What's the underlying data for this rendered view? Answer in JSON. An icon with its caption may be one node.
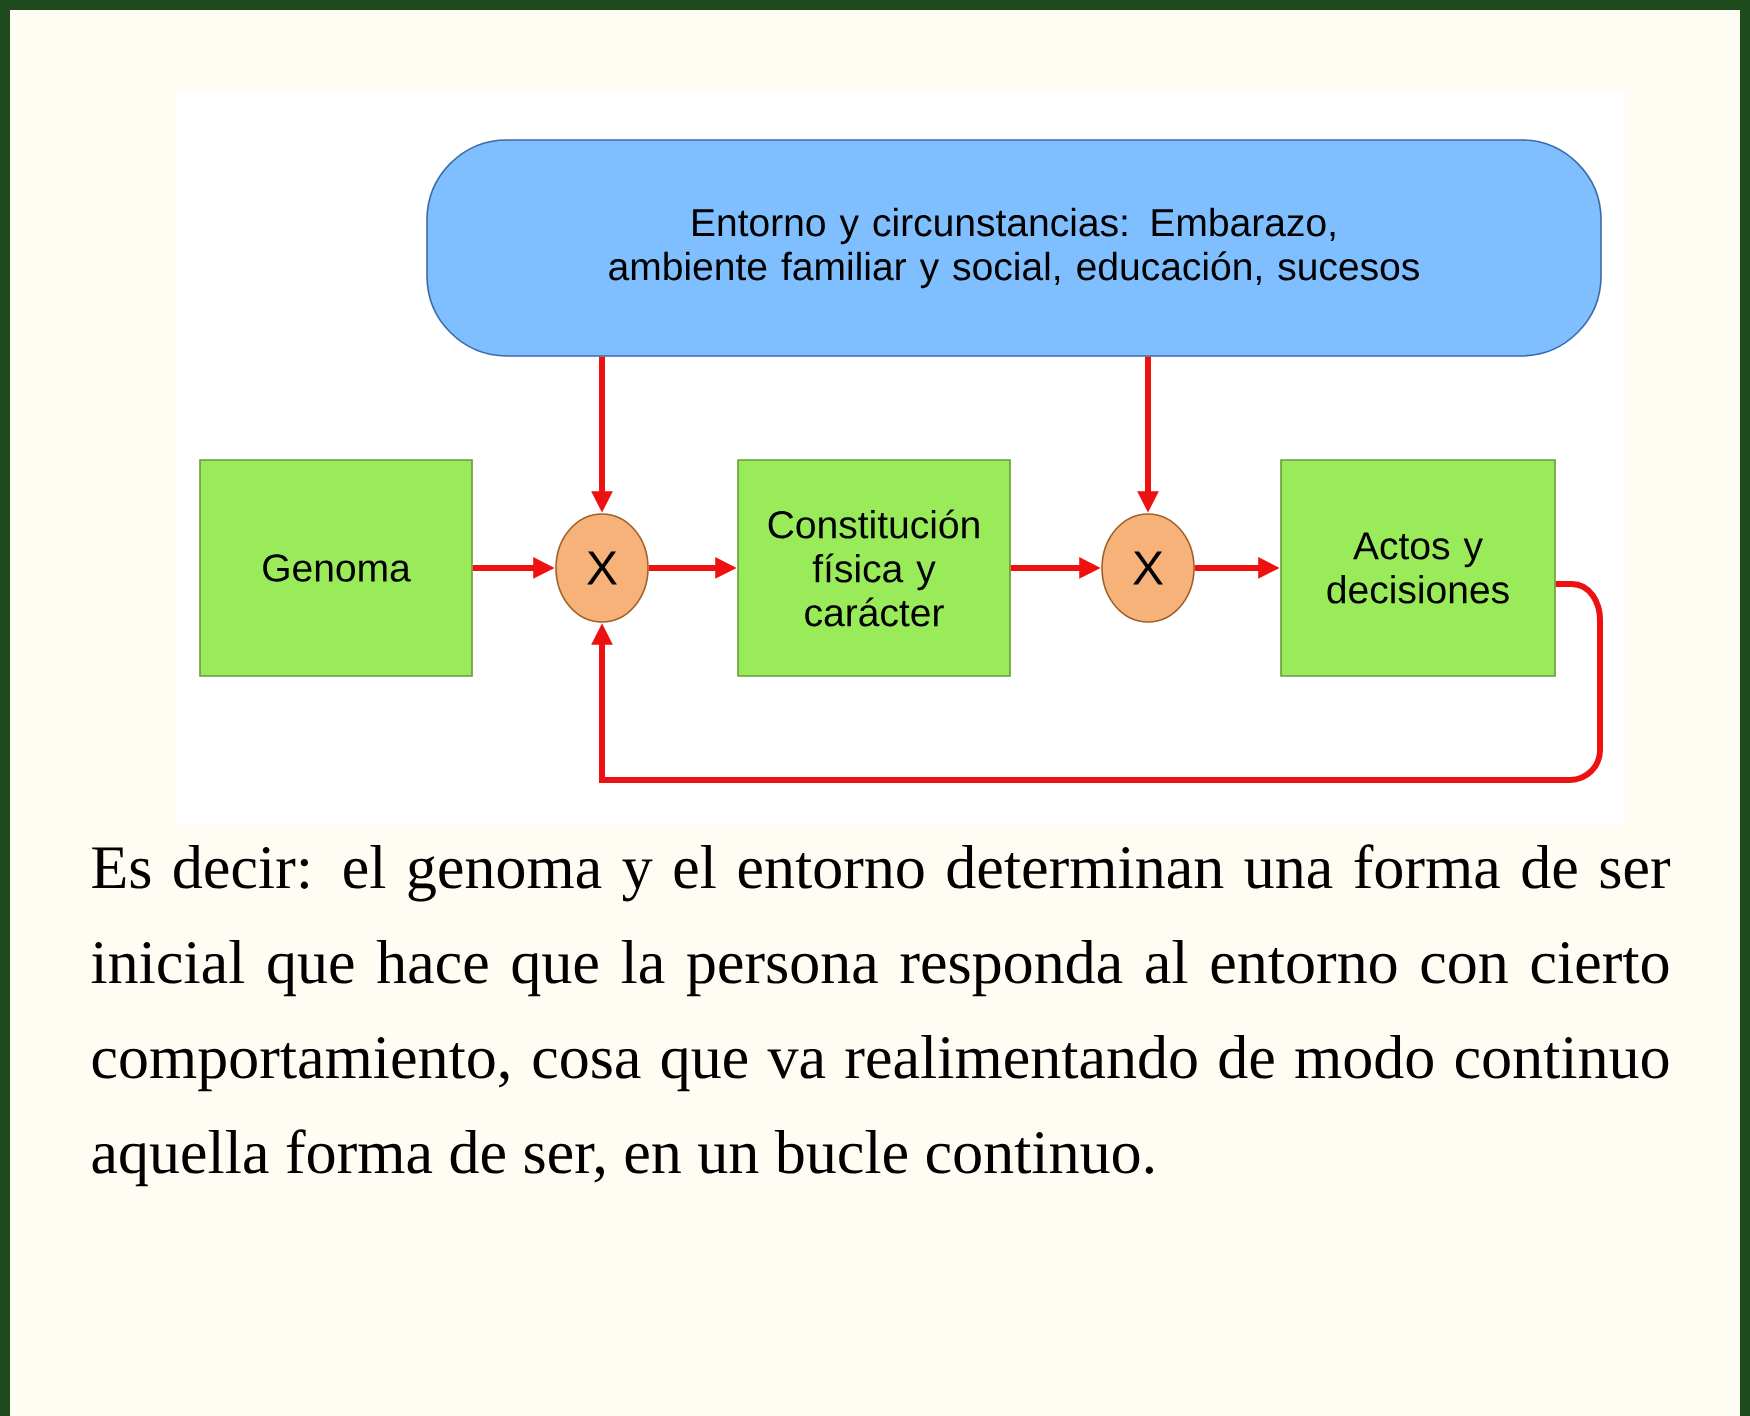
{
  "diagram": {
    "caption": "Es decir: el genoma y el entorno determinan una forma de ser inicial que hace que la persona responda al entorno con cierto comportamiento, cosa que va realimentando de modo continuo aquella forma de ser, en un bucle continuo.",
    "nodes": [
      {
        "text": [
          "Entorno y circunstancias: Embarazo, ambiente familiar y social, educación, sucesos"
        ]
      },
      {
        "text": [
          "Genoma"
        ]
      },
      {
        "text": [
          "X"
        ]
      },
      {
        "text": [
          "Constitución física y carácter"
        ]
      },
      {
        "text": [
          "X"
        ]
      },
      {
        "text": [
          "Actos y decisiones"
        ]
      }
    ],
    "edges": [
      {
        "from": 0,
        "to": 2,
        "arrow": "to"
      },
      {
        "from": 0,
        "to": 4,
        "arrow": "to"
      },
      {
        "from": 1,
        "to": 2,
        "arrow": "to"
      },
      {
        "from": 2,
        "to": 3,
        "arrow": "to"
      },
      {
        "from": 3,
        "to": 4,
        "arrow": "to"
      },
      {
        "from": 4,
        "to": 5,
        "arrow": "to"
      },
      {
        "from": 5,
        "to": 2,
        "arrow": "to"
      }
    ]
  }
}
